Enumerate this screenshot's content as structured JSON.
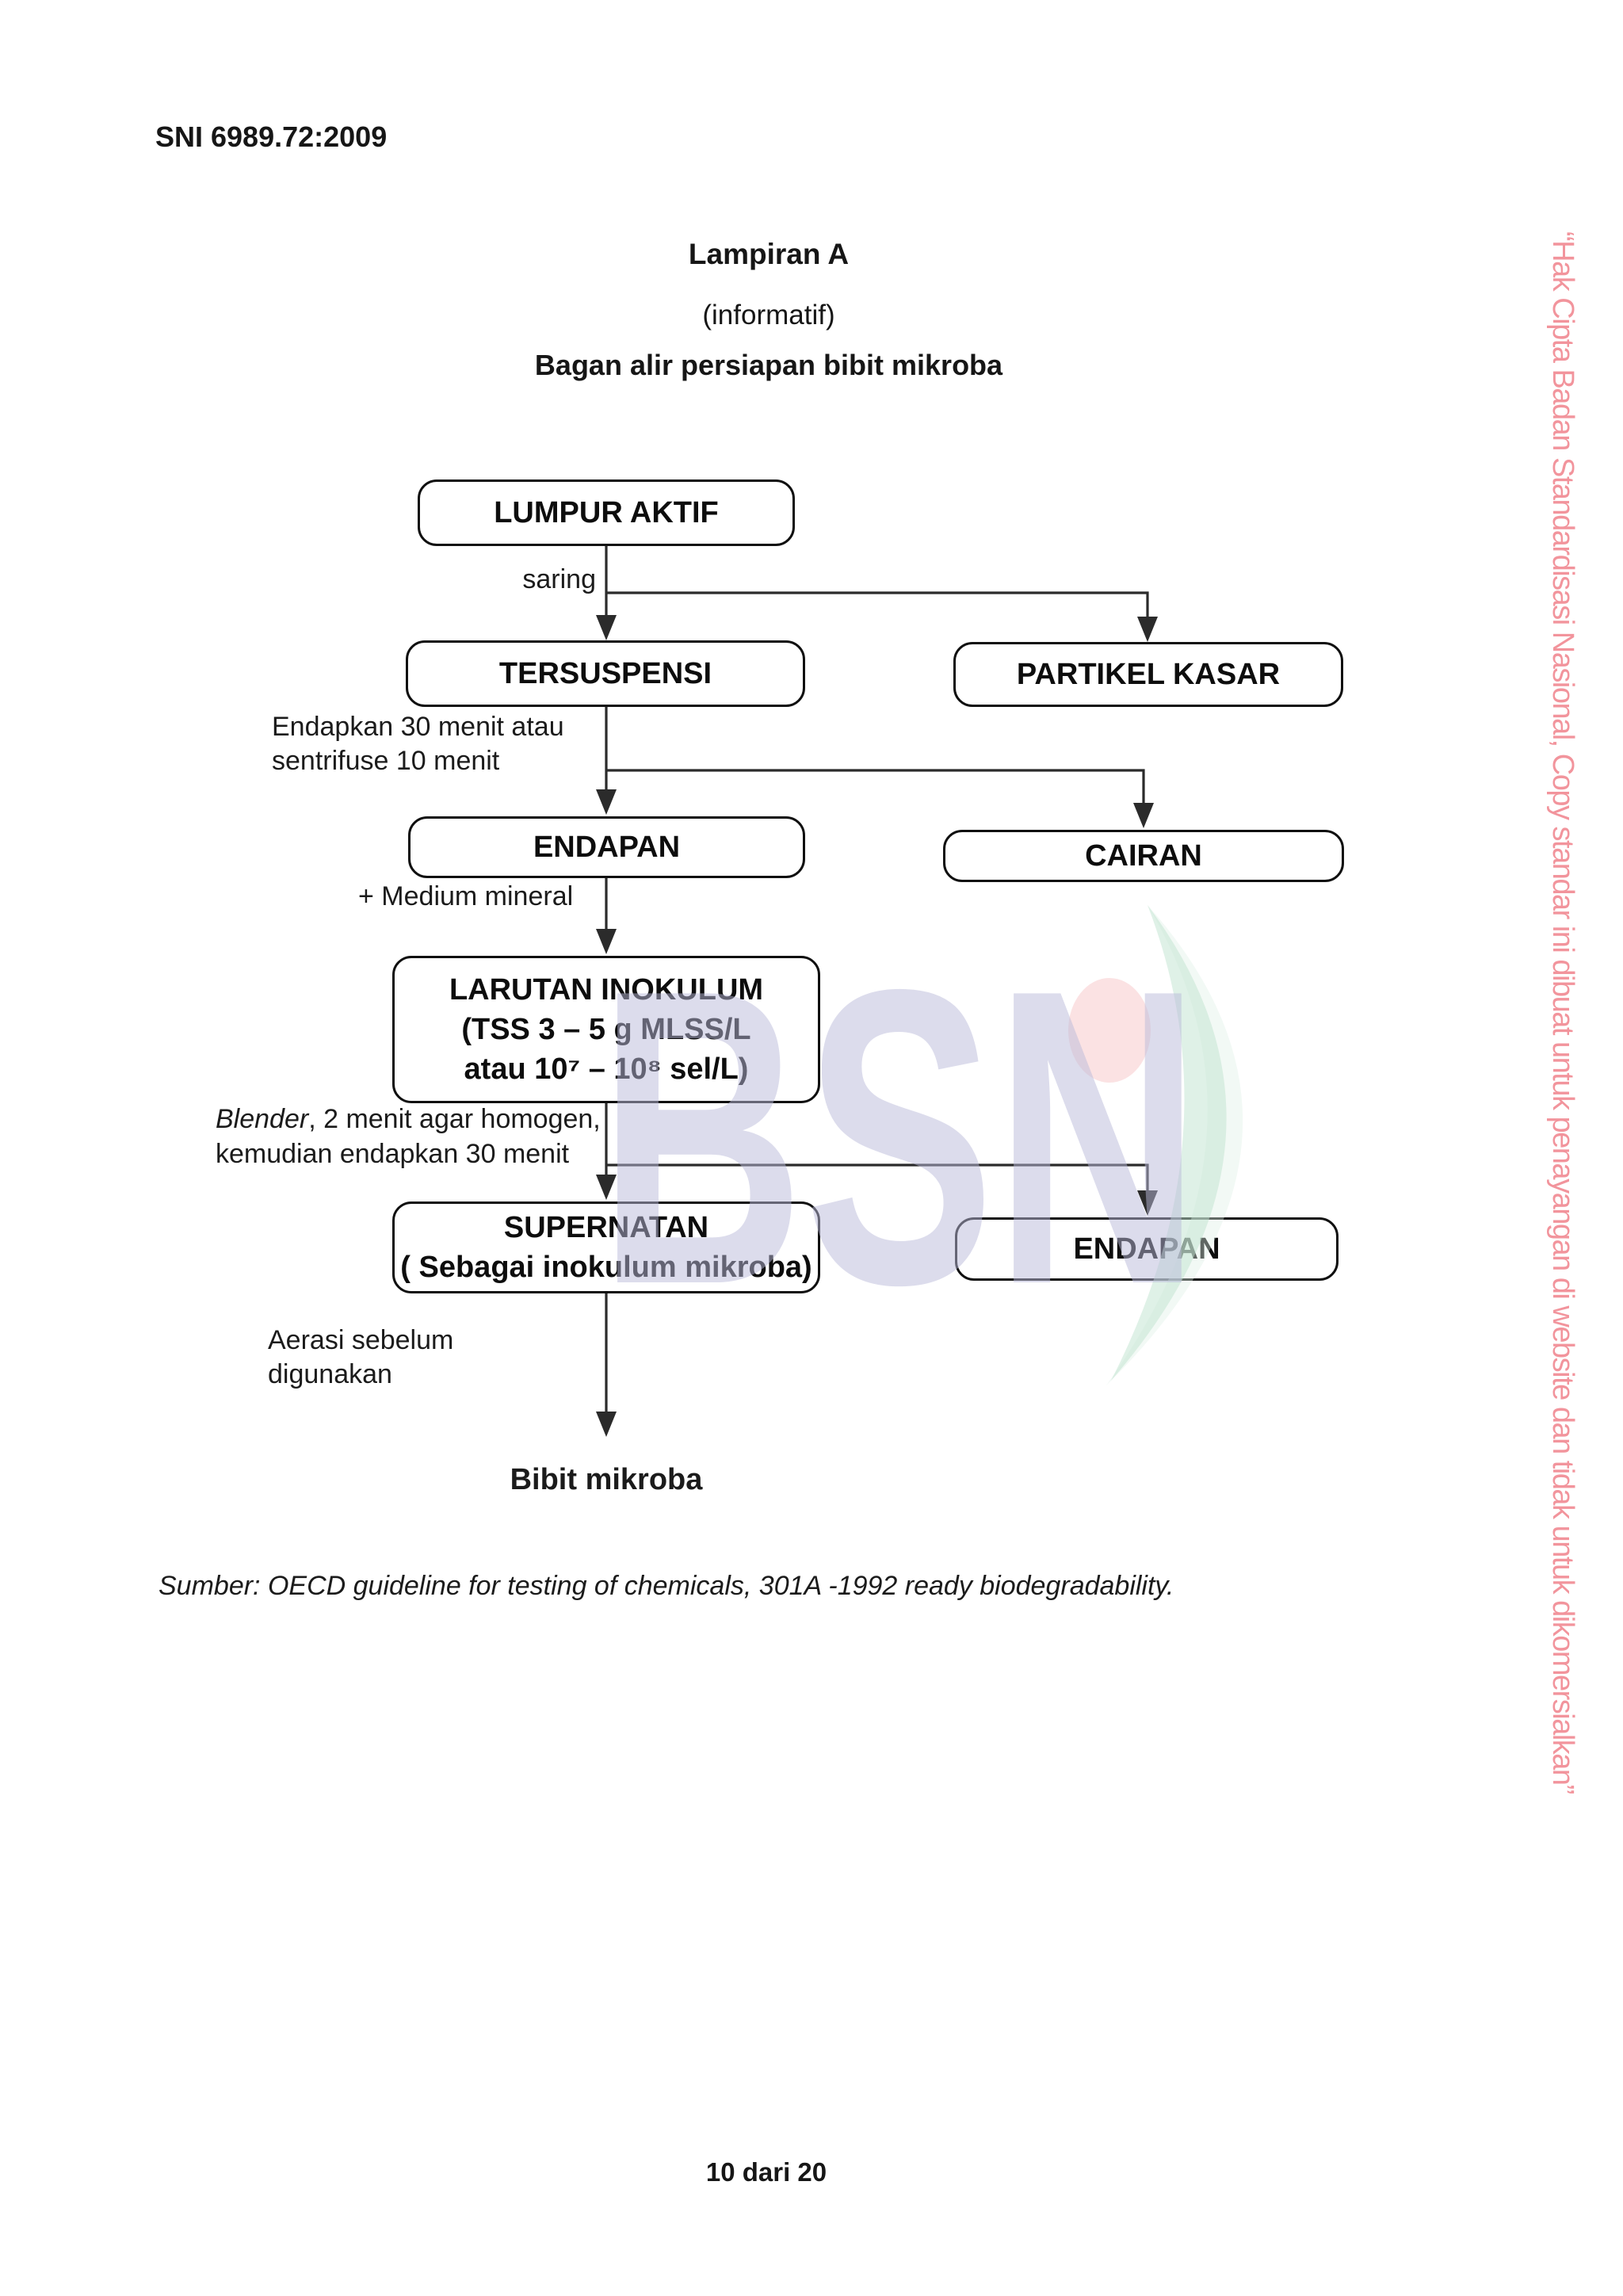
{
  "page": {
    "standard_code": "SNI 6989.72:2009",
    "page_indicator": "10 dari 20"
  },
  "title": {
    "appendix": "Lampiran A",
    "informative": "(informatif)",
    "heading": "Bagan alir persiapan bibit mikroba"
  },
  "flowchart": {
    "nodes": {
      "lumpur_aktif": "LUMPUR AKTIF",
      "tersuspensi": "TERSUSPENSI",
      "partikel_kasar": "PARTIKEL KASAR",
      "endapan_1": "ENDAPAN",
      "cairan": "CAIRAN",
      "larutan_inokulum": {
        "line1": "LARUTAN INOKULUM",
        "line2": "(TSS 3 – 5 g MLSS/L",
        "line3": "atau 10⁷ – 10⁸ sel/L)"
      },
      "supernatan": {
        "line1": "SUPERNATAN",
        "line2": "( Sebagai inokulum mikroba)"
      },
      "endapan_2": "ENDAPAN",
      "bibit_mikroba": "Bibit mikroba"
    },
    "labels": {
      "saring": "saring",
      "endapkan": {
        "line1": "Endapkan 30 menit atau",
        "line2": "sentrifuse 10 menit"
      },
      "medium_mineral": "+ Medium mineral",
      "blender": {
        "italic_word": "Blender",
        "rest": ", 2 menit agar homogen,",
        "line2": "kemudian endapkan 30 menit"
      },
      "aerasi": {
        "line1": "Aerasi sebelum",
        "line2": "digunakan"
      }
    }
  },
  "source_note": "Sumber: OECD guideline for testing of chemicals, 301A -1992  ready biodegradability.",
  "watermark": {
    "logo_text": "BSN",
    "copyright_text": "“Hak Cipta Badan Standardisasi Nasional, Copy standar ini dibuat untuk penayangan di website dan tidak untuk dikomersialkan”"
  },
  "colors": {
    "copyright_pink": "#f2949c",
    "logo_lavender": "#b9b9d9",
    "logo_mint": "#bfe3cf",
    "logo_mint_halo": "#dff0e7",
    "logo_dot_pink": "#f7cacc",
    "line_color": "#2b2b2b"
  }
}
